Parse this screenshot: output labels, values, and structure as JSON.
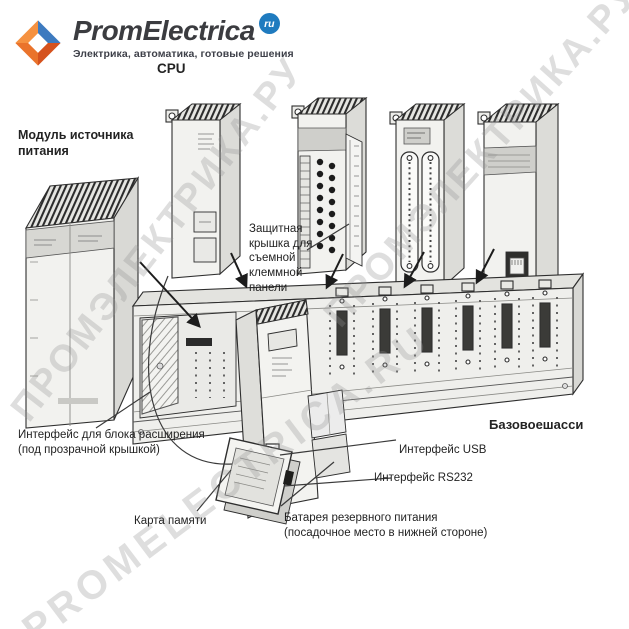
{
  "brand": {
    "name": "PromElectrica",
    "badge": "ru",
    "tagline": "Электрика, автоматика, готовые решения",
    "colors": {
      "orange": "#EE7B2E",
      "blue": "#3D7ABF",
      "badge_blue": "#1F7BBF",
      "text_dark": "#3B3C40"
    }
  },
  "watermarks": {
    "cyrillic": "ПРОМЭЛЕКТРИКА.РУ",
    "latin": "PROMELECTRICA.RU"
  },
  "diagram": {
    "labels": {
      "power_module": "Модуль источника питания",
      "cpu": "CPU",
      "terminal_cover": "Защитная крышка для съемной клеммной панели",
      "expansion_interface": [
        "Интерфейс для блока расширения",
        "(под прозрачной крышкой)"
      ],
      "memory_card": "Карта памяти",
      "usb": "Интерфейс USB",
      "rs232": "Интерфейс RS232",
      "battery": [
        "Батарея резервного питания",
        "(посадочное место в нижней стороне)"
      ],
      "base_chassis": "Базовоешасси"
    }
  }
}
